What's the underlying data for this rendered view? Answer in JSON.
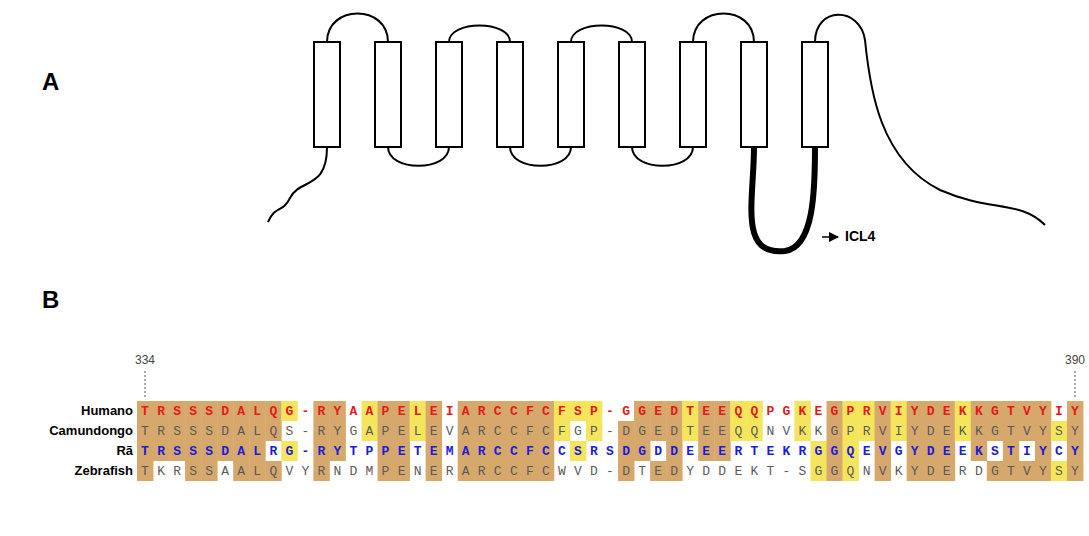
{
  "diagram": {
    "labels": [
      "A",
      "ICL4",
      "B",
      "334",
      "390",
      "Humano",
      "TRSSSDALQG-RYAAPELEIARCCFCFSP-GGEDTEEQQPGKEGPRVIYDEKKGTVYIY",
      "Camundongo",
      "TRSSSDALQS-RYGAPELEVARCCFCFGP-DGEDTEEQQNVKKGPRVIYDEKKGTVYSY",
      "Rã",
      "TRSSSDALRG-RYTPPETEMARCCFCCSRSDGDDEEERTEKRGGQEVGYDEEKSTIYCY",
      "Zebrafish",
      "TKRSSAALQVYRNDMPENERARCCFCWVD-DTEDYDDEKT-SGGQNVKYDERDGTVYSY"
    ]
  }
}
